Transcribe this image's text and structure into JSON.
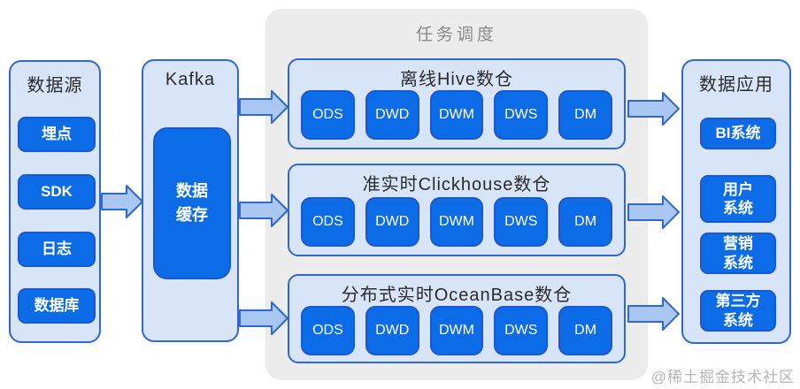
{
  "colors": {
    "accent_blue": "#0c6ce8",
    "accent_blue_border": "#1b57d0",
    "panel_fill": "#d8e4f8",
    "panel_border": "#3068cf",
    "arrow_fill": "#a9c7f0",
    "scheduler_bg": "#ececec",
    "scheduler_title_text": "#8a8a8a",
    "heading_text": "#2b2b2b",
    "watermark_text": "#b6b6b6"
  },
  "data_source": {
    "title": "数据源",
    "items": [
      "埋点",
      "SDK",
      "日志",
      "数据库"
    ]
  },
  "kafka": {
    "title": "Kafka",
    "cache_label": "数据\n缓存"
  },
  "scheduler": {
    "title": "任务调度",
    "warehouses": [
      {
        "title": "离线Hive数仓",
        "layers": [
          "ODS",
          "DWD",
          "DWM",
          "DWS",
          "DM"
        ]
      },
      {
        "title": "准实时Clickhouse数仓",
        "layers": [
          "ODS",
          "DWD",
          "DWM",
          "DWS",
          "DM"
        ]
      },
      {
        "title": "分布式实时OceanBase数仓",
        "layers": [
          "ODS",
          "DWD",
          "DWM",
          "DWS",
          "DM"
        ]
      }
    ]
  },
  "data_apps": {
    "title": "数据应用",
    "items": [
      "BI系统",
      "用户\n系统",
      "营销\n系统",
      "第三方\n系统"
    ]
  },
  "watermark": "@稀土掘金技术社区"
}
